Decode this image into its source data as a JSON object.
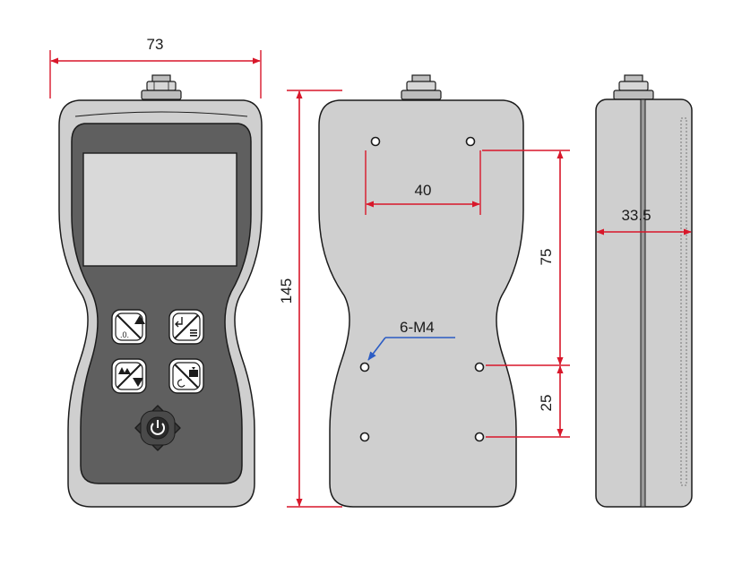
{
  "dimensions": {
    "front_width": "73",
    "height": "145",
    "hole_spacing_h": "40",
    "hole_spacing_v_upper": "75",
    "hole_spacing_v_lower": "25",
    "depth": "33.5"
  },
  "callout": {
    "holes": "6-M4"
  },
  "buttons": [
    {
      "name": "zero-peak-up-button",
      "icons": "zero / up"
    },
    {
      "name": "unit-menu-button",
      "icons": "enter / menu"
    },
    {
      "name": "peak-down-button",
      "icons": "peak / down"
    },
    {
      "name": "reset-save-button",
      "icons": "reset / save"
    }
  ],
  "colors": {
    "dimension": "#d8172a",
    "callout": "#2b5cc4",
    "body": "#cfcfcf",
    "panel": "#5f5f5f",
    "screen": "#d9d9d9",
    "outline": "#1c1c1c"
  }
}
